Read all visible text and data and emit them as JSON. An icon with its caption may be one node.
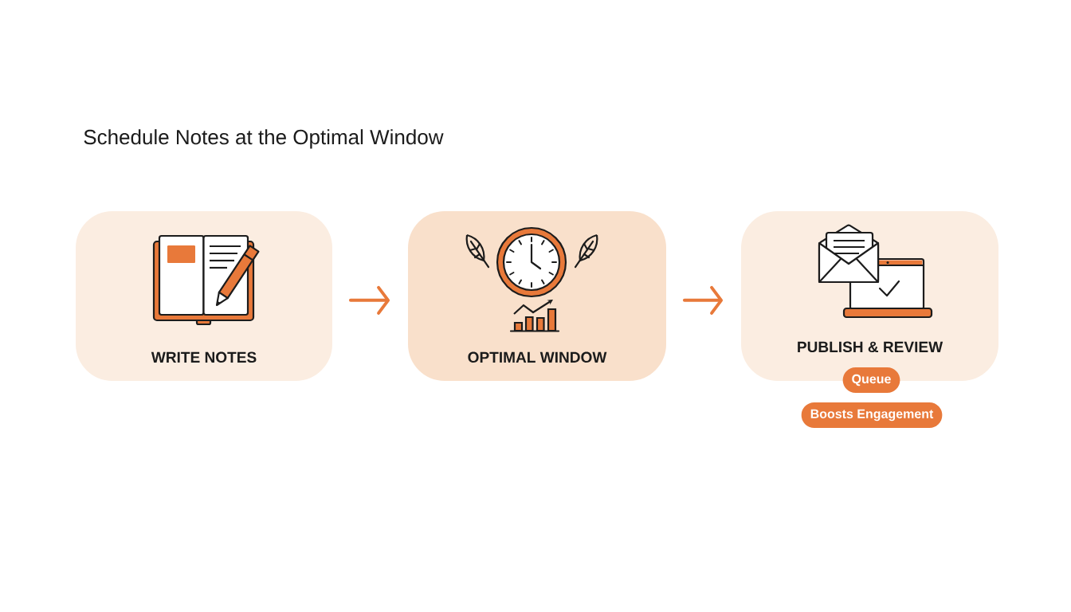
{
  "diagram": {
    "title": "Schedule Notes at the Optimal Window",
    "nodes": [
      {
        "text": [
          "WRITE NOTES"
        ]
      },
      {
        "text": [
          "OPTIMAL WINDOW"
        ]
      },
      {
        "text": [
          "PUBLISH & REVIEW"
        ]
      },
      {
        "text": [
          "Queue"
        ]
      },
      {
        "text": [
          "Boosts Engagement"
        ]
      }
    ],
    "edges": [
      {
        "from": 0,
        "to": 1,
        "arrow": "to"
      },
      {
        "from": 1,
        "to": 2,
        "arrow": "to"
      }
    ]
  }
}
